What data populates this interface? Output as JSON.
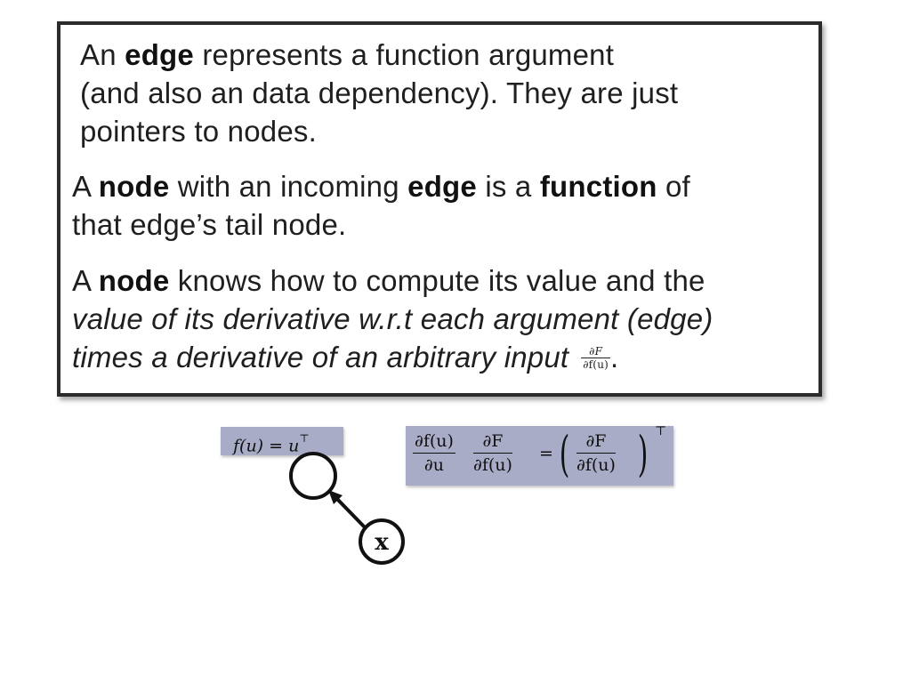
{
  "paragraphs": {
    "p1": {
      "s1": "An ",
      "b1": "edge",
      "s2": " represents a function argument",
      "line2": "(and also an data dependency). They are just",
      "line3": "pointers to nodes."
    },
    "p2": {
      "s1": "A ",
      "b1": "node",
      "s2": " with an incoming ",
      "b2": "edge",
      "s3": " is a ",
      "b3": "function",
      "s4": " of",
      "line2": "that edge’s tail node."
    },
    "p3": {
      "s1": "A ",
      "b1": "node",
      "s2": " knows how to compute its value and the",
      "line2": "value of its derivative w.r.t each argument (edge)",
      "line3": "times a derivative of an arbitrary input",
      "frac_num": "∂F",
      "frac_den": "∂f(u)",
      "end": "."
    }
  },
  "formula_left": {
    "lhs": "f(u) = u",
    "sup": "⊤"
  },
  "formula_right": {
    "frac1_num": "∂f(u)",
    "frac1_den": "∂u",
    "frac2_num": "∂F",
    "frac2_den": "∂f(u)",
    "equals": "=",
    "frac3_num": "∂F",
    "frac3_den": "∂f(u)",
    "sup": "⊤"
  },
  "graph": {
    "input_node_label": "x"
  }
}
